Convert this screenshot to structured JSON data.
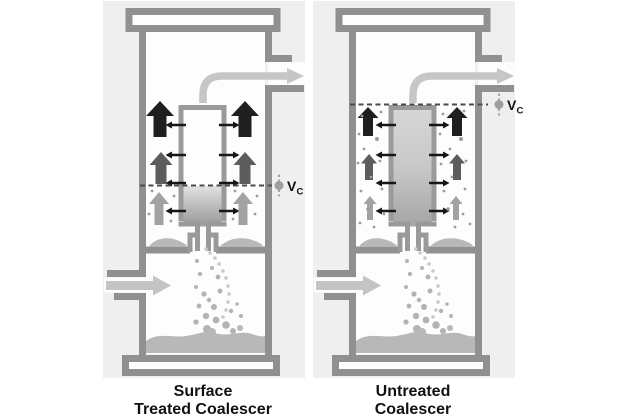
{
  "figure": {
    "kind": "coalescer-comparison-diagram",
    "colors": {
      "vessel_wall": "#909090",
      "large_drop_arrow": "#1f1f1f",
      "medium_drop_arrow": "#5c5c5c",
      "small_drop_arrow": "#a2a2a2",
      "flow_arrow": "#c6c6c6",
      "liquid": "#b8b8b8",
      "panel_background": "#efefef",
      "label_text": "#111111"
    }
  },
  "vessels": [
    {
      "caption_line1": "Surface",
      "caption_line2": "Treated Coalescer",
      "vc": {
        "main": "V",
        "sub": "C"
      }
    },
    {
      "caption_line1": "Untreated",
      "caption_line2": "Coalescer",
      "vc": {
        "main": "V",
        "sub": "C"
      }
    }
  ]
}
